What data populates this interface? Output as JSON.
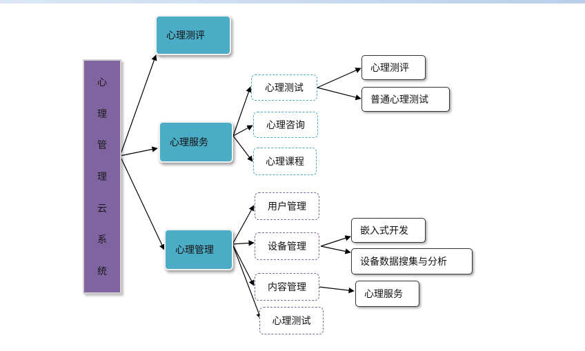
{
  "root": {
    "chars": [
      "心",
      "理",
      "管",
      "理",
      "云",
      "系",
      "统"
    ]
  },
  "level1": {
    "eval": "心理测评",
    "service": "心理服务",
    "manage": "心理管理"
  },
  "service_children": {
    "test": "心理测试",
    "consult": "心理咨询",
    "course": "心理课程"
  },
  "test_children": {
    "eval": "心理测评",
    "normal_test": "普通心理测试"
  },
  "manage_children": {
    "user": "用户管理",
    "device": "设备管理",
    "content": "内容管理",
    "test": "心理测试"
  },
  "device_children": {
    "embedded": "嵌入式开发",
    "data": "设备数据搜集与分析"
  },
  "content_children": {
    "service": "心理服务"
  },
  "colors": {
    "root_fill": "#8064a2",
    "level1_fill": "#4bacc6",
    "service_dash": "#4bacc6",
    "manage_dash": "#8064a2"
  }
}
